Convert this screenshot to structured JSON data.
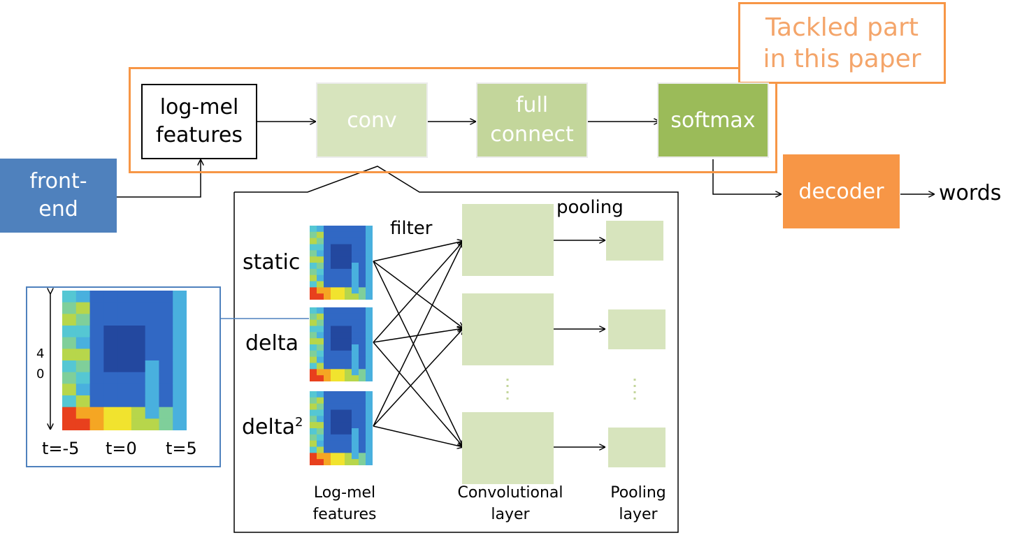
{
  "colors": {
    "orange": "#f79646",
    "orange_light": "#f4a56a",
    "blue": "#4f81bd",
    "green_light": "#d7e4bd",
    "green_mid": "#c3d69b",
    "green_dark": "#9bbb59",
    "black": "#000000",
    "white": "#ffffff"
  },
  "tackled": {
    "line1": "Tackled part",
    "line2": "in this paper"
  },
  "pipeline": {
    "logmel": {
      "line1": "log-mel",
      "line2": "features"
    },
    "conv": {
      "label": "conv"
    },
    "full": {
      "line1": "full",
      "line2": "connect"
    },
    "softmax": {
      "label": "softmax"
    },
    "frontend": {
      "line1": "front-",
      "line2": "end"
    },
    "decoder": {
      "label": "decoder"
    },
    "words": "words"
  },
  "detail": {
    "static": "static",
    "delta": "delta",
    "delta2_base": "delta",
    "delta2_sup": "2",
    "filter": "filter",
    "pooling": "pooling",
    "caption_logmel": {
      "line1": "Log-mel",
      "line2": "features"
    },
    "caption_conv": {
      "line1": "Convolutional",
      "line2": "layer"
    },
    "caption_pool": {
      "line1": "Pooling",
      "line2": "layer"
    }
  },
  "spectrogram": {
    "dim_label_1": "4",
    "dim_label_2": "0",
    "t_left": "t=-5",
    "t_mid": "t=0",
    "t_right": "t=5"
  }
}
